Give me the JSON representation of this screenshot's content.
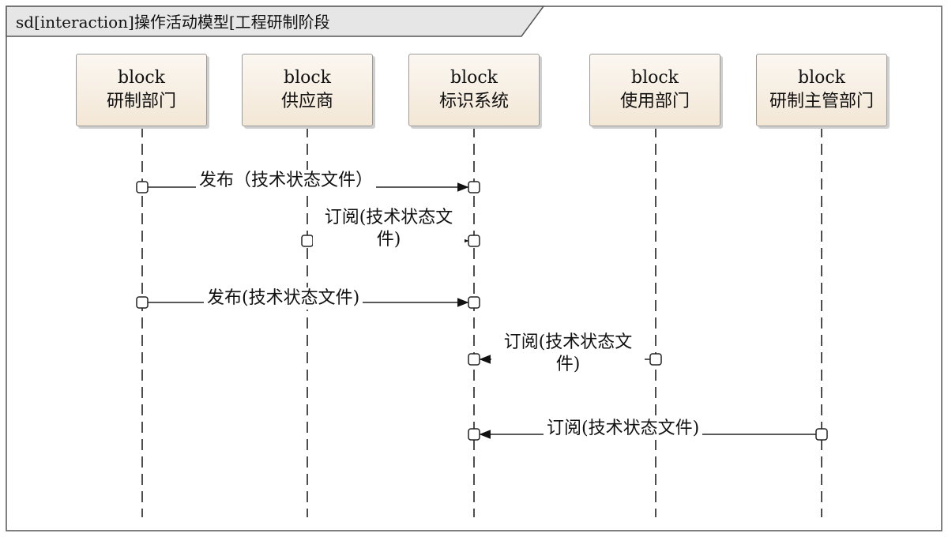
{
  "frame": {
    "title": "sd[interaction]操作活动模型[工程研制阶段"
  },
  "lifelines": [
    {
      "stereotype": "block",
      "name": "研制部门"
    },
    {
      "stereotype": "block",
      "name": "供应商"
    },
    {
      "stereotype": "block",
      "name": "标识系统"
    },
    {
      "stereotype": "block",
      "name": "使用部门"
    },
    {
      "stereotype": "block",
      "name": "研制主管部门"
    }
  ],
  "messages": [
    {
      "from": 0,
      "to": 2,
      "label": "发布（技术状态文件）"
    },
    {
      "from": 1,
      "to": 2,
      "label": "订阅(技术状态文件)"
    },
    {
      "from": 0,
      "to": 2,
      "label": "发布(技术状态文件)"
    },
    {
      "from": 3,
      "to": 2,
      "label": "订阅(技术状态文件)"
    },
    {
      "from": 4,
      "to": 2,
      "label": "订阅(技术状态文件)"
    }
  ],
  "colors": {
    "line": "#222222",
    "frame": "#555555",
    "tab_fill": "#e6e6e6"
  }
}
